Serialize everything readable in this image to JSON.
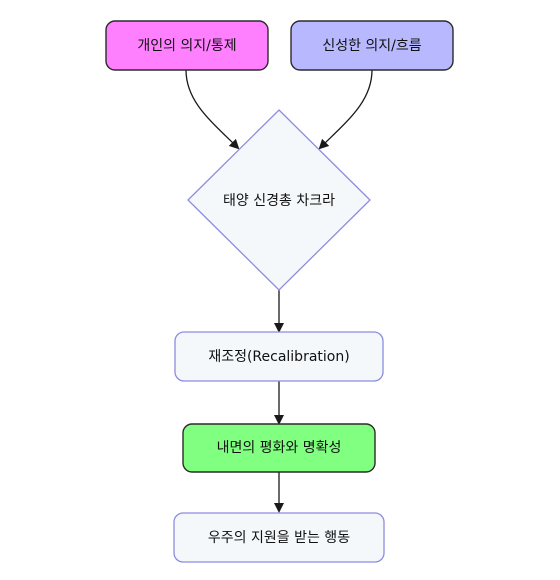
{
  "diagram": {
    "nodes": {
      "personal_will": {
        "label": "개인의 의지/통제",
        "fill": "#ff80ff"
      },
      "divine_will": {
        "label": "신성한 의지/흐름",
        "fill": "#b8b8ff"
      },
      "solar_plexus": {
        "label": "태양 신경총 차크라",
        "fill": "#f4f8fb"
      },
      "recalibration": {
        "label": "재조정(Recalibration)",
        "fill": "#f4f8fb"
      },
      "inner_peace": {
        "label": "내면의 평화와 명확성",
        "fill": "#80ff80"
      },
      "cosmic_support": {
        "label": "우주의 지원을 받는 행동",
        "fill": "#f4f8fb"
      }
    },
    "edge_color": "#1a1a1a",
    "border_colors": {
      "dark": "#2b2b2b",
      "light": "#8c8ce0"
    }
  }
}
